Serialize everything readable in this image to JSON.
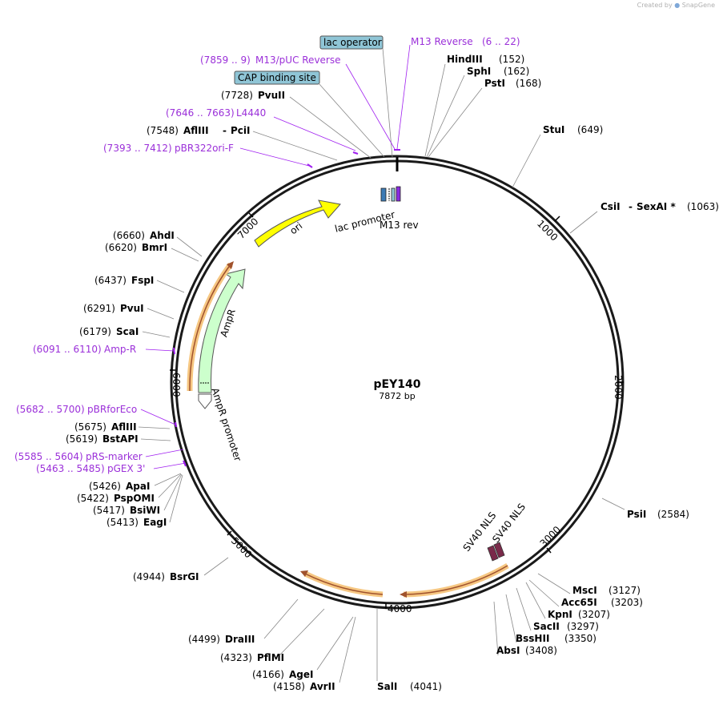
{
  "credit": {
    "prefix": "Created by",
    "brand": "SnapGene"
  },
  "plasmid": {
    "name": "pEY140",
    "size_label": "7872 bp",
    "total_bp": 7872
  },
  "colors": {
    "backbone": "#1a1a1a",
    "primer": "#a020f0",
    "ori": "#ffff00",
    "ampr": "#ccffcc",
    "orange_glow": "#f6c782",
    "nls": "#7a2a4a",
    "misc_box": "#8fc5d6"
  },
  "ticks": [
    "1000",
    "2000",
    "3000",
    "4000",
    "5000",
    "6000",
    "7000"
  ],
  "features": {
    "ori": "ori",
    "ampr": "AmpR",
    "ampr_promoter": "AmpR promoter",
    "lac_promoter": "lac promoter",
    "m13_rev": "M13 rev",
    "sv40_nls_1": "SV40 NLS",
    "sv40_nls_2": "SV40 NLS"
  },
  "boxed_labels": {
    "lac_operator": "lac operator",
    "cap_site": "CAP binding site"
  },
  "enzymes": {
    "HindIII": {
      "name": "HindIII",
      "pos": "(152)"
    },
    "SphI": {
      "name": "SphI",
      "pos": "(162)"
    },
    "PstI": {
      "name": "PstI",
      "pos": "(168)"
    },
    "StuI": {
      "name": "StuI",
      "pos": "(649)"
    },
    "CsiI": {
      "name": "CsiI",
      "dash": "-",
      "name2": "SexAI *",
      "pos": "(1063)"
    },
    "PsiI": {
      "name": "PsiI",
      "pos": "(2584)"
    },
    "MscI": {
      "name": "MscI",
      "pos": "(3127)"
    },
    "Acc65I": {
      "name": "Acc65I",
      "pos": "(3203)"
    },
    "KpnI": {
      "name": "KpnI",
      "pos": "(3207)"
    },
    "SacII": {
      "name": "SacII",
      "pos": "(3297)"
    },
    "BssHII": {
      "name": "BssHII",
      "pos": "(3350)"
    },
    "AbsI": {
      "name": "AbsI",
      "pos": "(3408)"
    },
    "SalI": {
      "name": "SalI",
      "pos": "(4041)"
    },
    "AvrII": {
      "name": "AvrII",
      "pos": "(4158)"
    },
    "AgeI": {
      "name": "AgeI",
      "pos": "(4166)"
    },
    "PflMI": {
      "name": "PflMI",
      "pos": "(4323)"
    },
    "DraIII": {
      "name": "DraIII",
      "pos": "(4499)"
    },
    "BsrGI": {
      "name": "BsrGI",
      "pos": "(4944)"
    },
    "EagI": {
      "name": "EagI",
      "pos": "(5413)"
    },
    "BsiWI": {
      "name": "BsiWI",
      "pos": "(5417)"
    },
    "PspOMI": {
      "name": "PspOMI",
      "pos": "(5422)"
    },
    "ApaI": {
      "name": "ApaI",
      "pos": "(5426)"
    },
    "BstAPI": {
      "name": "BstAPI",
      "pos": "(5619)"
    },
    "AflIII_b": {
      "name": "AflIII",
      "pos": "(5675)"
    },
    "ScaI": {
      "name": "ScaI",
      "pos": "(6179)"
    },
    "PvuI": {
      "name": "PvuI",
      "pos": "(6291)"
    },
    "FspI": {
      "name": "FspI",
      "pos": "(6437)"
    },
    "BmrI": {
      "name": "BmrI",
      "pos": "(6620)"
    },
    "AhdI": {
      "name": "AhdI",
      "pos": "(6660)"
    },
    "AflIII_a": {
      "name": "AflIII",
      "dash": "-",
      "name2": "PciI",
      "pos": "(7548)"
    },
    "PvuII": {
      "name": "PvuII",
      "pos": "(7728)"
    }
  },
  "primers": {
    "M13Reverse": {
      "name": "M13 Reverse",
      "range": "(6 .. 22)"
    },
    "M13pUC": {
      "name": "M13/pUC Reverse",
      "range": "(7859 .. 9)"
    },
    "L4440": {
      "name": "L4440",
      "range": "(7646 .. 7663)"
    },
    "pBR322": {
      "name": "pBR322ori-F",
      "range": "(7393 .. 7412)"
    },
    "AmpR": {
      "name": "Amp-R",
      "range": "(6091 .. 6110)"
    },
    "pBRforEco": {
      "name": "pBRforEco",
      "range": "(5682 .. 5700)"
    },
    "pRS": {
      "name": "pRS-marker",
      "range": "(5585 .. 5604)"
    },
    "pGEX": {
      "name": "pGEX 3'",
      "range": "(5463 .. 5485)"
    }
  }
}
